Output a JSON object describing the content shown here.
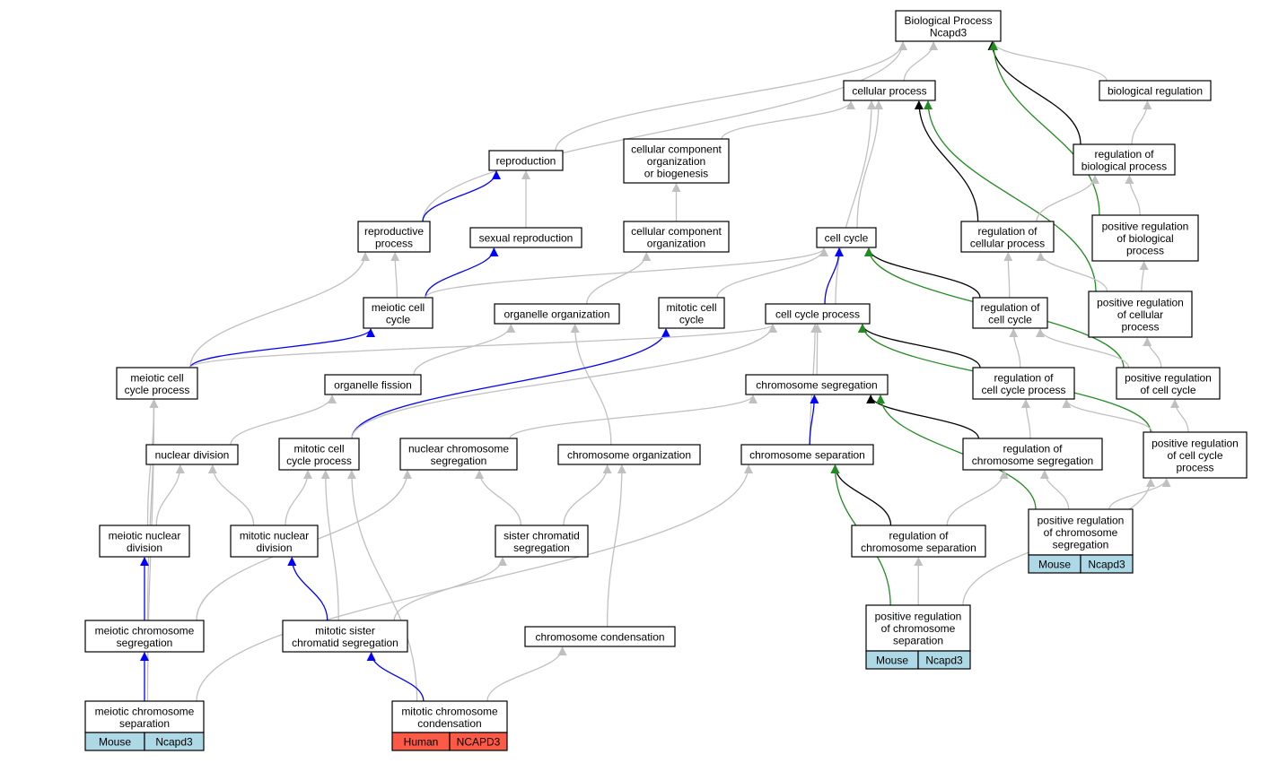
{
  "colors": {
    "gray": "#c0c0c0",
    "black": "#000000",
    "blue": "#0000ff",
    "green": "#228b22",
    "mouse_tag": "#add8e6",
    "human_tag": "#fa5a46"
  },
  "nodes": [
    {
      "id": "bp",
      "lines": [
        "Biological Process",
        "Ncapd3"
      ]
    },
    {
      "id": "cellular_process",
      "lines": [
        "cellular process"
      ]
    },
    {
      "id": "bio_reg",
      "lines": [
        "biological regulation"
      ]
    },
    {
      "id": "reproduction",
      "lines": [
        "reproduction"
      ]
    },
    {
      "id": "cc_org_bio",
      "lines": [
        "cellular component",
        "organization",
        "or biogenesis"
      ]
    },
    {
      "id": "reg_bio",
      "lines": [
        "regulation of",
        "biological process"
      ]
    },
    {
      "id": "repro_process",
      "lines": [
        "reproductive",
        "process"
      ]
    },
    {
      "id": "sexual_repro",
      "lines": [
        "sexual reproduction"
      ]
    },
    {
      "id": "cc_org",
      "lines": [
        "cellular component",
        "organization"
      ]
    },
    {
      "id": "cell_cycle",
      "lines": [
        "cell cycle"
      ]
    },
    {
      "id": "reg_cellular",
      "lines": [
        "regulation of",
        "cellular process"
      ]
    },
    {
      "id": "pos_reg_bio",
      "lines": [
        "positive regulation",
        "of biological",
        "process"
      ]
    },
    {
      "id": "meiotic_cc",
      "lines": [
        "meiotic cell",
        "cycle"
      ]
    },
    {
      "id": "organelle_org",
      "lines": [
        "organelle organization"
      ]
    },
    {
      "id": "mitotic_cc",
      "lines": [
        "mitotic cell",
        "cycle"
      ]
    },
    {
      "id": "cc_process",
      "lines": [
        "cell cycle process"
      ]
    },
    {
      "id": "reg_cc",
      "lines": [
        "regulation of",
        "cell cycle"
      ]
    },
    {
      "id": "pos_reg_cellular",
      "lines": [
        "positive regulation",
        "of cellular",
        "process"
      ]
    },
    {
      "id": "meiotic_ccp",
      "lines": [
        "meiotic cell",
        "cycle process"
      ]
    },
    {
      "id": "organelle_fission",
      "lines": [
        "organelle fission"
      ]
    },
    {
      "id": "chrom_seg",
      "lines": [
        "chromosome segregation"
      ]
    },
    {
      "id": "reg_ccp",
      "lines": [
        "regulation of",
        "cell cycle process"
      ]
    },
    {
      "id": "pos_reg_cc",
      "lines": [
        "positive regulation",
        "of cell cycle"
      ]
    },
    {
      "id": "nuclear_div",
      "lines": [
        "nuclear division"
      ]
    },
    {
      "id": "mitotic_ccp",
      "lines": [
        "mitotic cell",
        "cycle process"
      ]
    },
    {
      "id": "nuc_chrom_seg",
      "lines": [
        "nuclear chromosome",
        "segregation"
      ]
    },
    {
      "id": "chrom_org",
      "lines": [
        "chromosome organization"
      ]
    },
    {
      "id": "chrom_sep",
      "lines": [
        "chromosome separation"
      ]
    },
    {
      "id": "reg_chrom_seg",
      "lines": [
        "regulation of",
        "chromosome segregation"
      ]
    },
    {
      "id": "pos_reg_ccp",
      "lines": [
        "positive regulation",
        "of cell cycle",
        "process"
      ]
    },
    {
      "id": "meiotic_nuc_div",
      "lines": [
        "meiotic nuclear",
        "division"
      ]
    },
    {
      "id": "mitotic_nuc_div",
      "lines": [
        "mitotic nuclear",
        "division"
      ]
    },
    {
      "id": "sister_chromatid_seg",
      "lines": [
        "sister chromatid",
        "segregation"
      ]
    },
    {
      "id": "reg_chrom_sep",
      "lines": [
        "regulation of",
        "chromosome separation"
      ]
    },
    {
      "id": "pos_reg_chrom_seg",
      "lines": [
        "positive regulation",
        "of chromosome",
        "segregation"
      ],
      "tags": [
        "Mouse",
        "Ncapd3"
      ],
      "tag_kind": "mouse"
    },
    {
      "id": "meiotic_chrom_seg",
      "lines": [
        "meiotic chromosome",
        "segregation"
      ]
    },
    {
      "id": "mitotic_sister_seg",
      "lines": [
        "mitotic sister",
        "chromatid segregation"
      ]
    },
    {
      "id": "chrom_condensation",
      "lines": [
        "chromosome condensation"
      ]
    },
    {
      "id": "pos_reg_chrom_sep",
      "lines": [
        "positive regulation",
        "of chromosome",
        "separation"
      ],
      "tags": [
        "Mouse",
        "Ncapd3"
      ],
      "tag_kind": "mouse"
    },
    {
      "id": "meiotic_chrom_sep",
      "lines": [
        "meiotic chromosome",
        "separation"
      ],
      "tags": [
        "Mouse",
        "Ncapd3"
      ],
      "tag_kind": "mouse"
    },
    {
      "id": "mitotic_chrom_cond",
      "lines": [
        "mitotic chromosome",
        "condensation"
      ],
      "tags": [
        "Human",
        "NCAPD3"
      ],
      "tag_kind": "human"
    }
  ],
  "edges": [
    {
      "from": "cellular_process",
      "to": "bp",
      "color": "gray"
    },
    {
      "from": "bio_reg",
      "to": "bp",
      "color": "gray"
    },
    {
      "from": "reproduction",
      "to": "bp",
      "color": "gray"
    },
    {
      "from": "repro_process",
      "to": "bp",
      "color": "gray"
    },
    {
      "from": "reg_bio",
      "to": "bp",
      "color": "black"
    },
    {
      "from": "pos_reg_bio",
      "to": "bp",
      "color": "green"
    },
    {
      "from": "cc_org_bio",
      "to": "cellular_process",
      "color": "gray"
    },
    {
      "from": "reg_bio",
      "to": "bio_reg",
      "color": "gray"
    },
    {
      "from": "sexual_repro",
      "to": "reproduction",
      "color": "gray"
    },
    {
      "from": "repro_process",
      "to": "reproduction",
      "color": "blue"
    },
    {
      "from": "cc_org",
      "to": "cc_org_bio",
      "color": "gray"
    },
    {
      "from": "cell_cycle",
      "to": "cellular_process",
      "color": "gray"
    },
    {
      "from": "cc_process",
      "to": "cellular_process",
      "color": "gray"
    },
    {
      "from": "reg_cellular",
      "to": "cellular_process",
      "color": "black"
    },
    {
      "from": "pos_reg_cellular",
      "to": "cellular_process",
      "color": "green"
    },
    {
      "from": "reg_cellular",
      "to": "reg_bio",
      "color": "gray"
    },
    {
      "from": "pos_reg_bio",
      "to": "reg_bio",
      "color": "gray"
    },
    {
      "from": "meiotic_cc",
      "to": "repro_process",
      "color": "gray"
    },
    {
      "from": "meiotic_ccp",
      "to": "repro_process",
      "color": "gray"
    },
    {
      "from": "meiotic_cc",
      "to": "sexual_repro",
      "color": "blue"
    },
    {
      "from": "organelle_org",
      "to": "cc_org",
      "color": "gray"
    },
    {
      "from": "meiotic_cc",
      "to": "cell_cycle",
      "color": "gray"
    },
    {
      "from": "mitotic_cc",
      "to": "cell_cycle",
      "color": "gray"
    },
    {
      "from": "cc_process",
      "to": "cell_cycle",
      "color": "blue"
    },
    {
      "from": "reg_cc",
      "to": "cell_cycle",
      "color": "black"
    },
    {
      "from": "pos_reg_cc",
      "to": "cell_cycle",
      "color": "green"
    },
    {
      "from": "reg_cc",
      "to": "reg_cellular",
      "color": "gray"
    },
    {
      "from": "pos_reg_cellular",
      "to": "reg_cellular",
      "color": "gray"
    },
    {
      "from": "pos_reg_cellular",
      "to": "pos_reg_bio",
      "color": "gray"
    },
    {
      "from": "meiotic_ccp",
      "to": "meiotic_cc",
      "color": "blue"
    },
    {
      "from": "organelle_fission",
      "to": "organelle_org",
      "color": "gray"
    },
    {
      "from": "chrom_org",
      "to": "organelle_org",
      "color": "gray"
    },
    {
      "from": "mitotic_ccp",
      "to": "mitotic_cc",
      "color": "blue"
    },
    {
      "from": "meiotic_ccp",
      "to": "cc_process",
      "color": "gray"
    },
    {
      "from": "mitotic_ccp",
      "to": "cc_process",
      "color": "gray"
    },
    {
      "from": "chrom_seg",
      "to": "cc_process",
      "color": "gray"
    },
    {
      "from": "chrom_sep",
      "to": "cc_process",
      "color": "gray"
    },
    {
      "from": "reg_ccp",
      "to": "cc_process",
      "color": "black"
    },
    {
      "from": "pos_reg_ccp",
      "to": "cc_process",
      "color": "green"
    },
    {
      "from": "reg_ccp",
      "to": "reg_cc",
      "color": "gray"
    },
    {
      "from": "pos_reg_cc",
      "to": "reg_cc",
      "color": "gray"
    },
    {
      "from": "pos_reg_cc",
      "to": "pos_reg_cellular",
      "color": "gray"
    },
    {
      "from": "meiotic_nuc_div",
      "to": "meiotic_ccp",
      "color": "gray"
    },
    {
      "from": "meiotic_chrom_seg",
      "to": "meiotic_ccp",
      "color": "gray"
    },
    {
      "from": "meiotic_chrom_sep",
      "to": "meiotic_ccp",
      "color": "gray"
    },
    {
      "from": "nuclear_div",
      "to": "organelle_fission",
      "color": "gray"
    },
    {
      "from": "nuc_chrom_seg",
      "to": "chrom_seg",
      "color": "gray"
    },
    {
      "from": "chrom_sep",
      "to": "chrom_seg",
      "color": "blue"
    },
    {
      "from": "reg_chrom_seg",
      "to": "chrom_seg",
      "color": "black"
    },
    {
      "from": "pos_reg_chrom_seg",
      "to": "chrom_seg",
      "color": "green"
    },
    {
      "from": "reg_chrom_seg",
      "to": "reg_ccp",
      "color": "gray"
    },
    {
      "from": "pos_reg_ccp",
      "to": "reg_ccp",
      "color": "gray"
    },
    {
      "from": "pos_reg_ccp",
      "to": "pos_reg_cc",
      "color": "gray"
    },
    {
      "from": "meiotic_nuc_div",
      "to": "nuclear_div",
      "color": "gray"
    },
    {
      "from": "mitotic_nuc_div",
      "to": "nuclear_div",
      "color": "gray"
    },
    {
      "from": "mitotic_nuc_div",
      "to": "mitotic_ccp",
      "color": "gray"
    },
    {
      "from": "mitotic_sister_seg",
      "to": "mitotic_ccp",
      "color": "gray"
    },
    {
      "from": "mitotic_chrom_cond",
      "to": "mitotic_ccp",
      "color": "gray"
    },
    {
      "from": "meiotic_chrom_seg",
      "to": "nuc_chrom_seg",
      "color": "gray"
    },
    {
      "from": "sister_chromatid_seg",
      "to": "nuc_chrom_seg",
      "color": "gray"
    },
    {
      "from": "sister_chromatid_seg",
      "to": "chrom_org",
      "color": "gray"
    },
    {
      "from": "chrom_condensation",
      "to": "chrom_org",
      "color": "gray"
    },
    {
      "from": "meiotic_chrom_sep",
      "to": "chrom_sep",
      "color": "gray"
    },
    {
      "from": "reg_chrom_sep",
      "to": "chrom_sep",
      "color": "black"
    },
    {
      "from": "pos_reg_chrom_sep",
      "to": "chrom_sep",
      "color": "green"
    },
    {
      "from": "reg_chrom_sep",
      "to": "reg_chrom_seg",
      "color": "gray"
    },
    {
      "from": "pos_reg_chrom_seg",
      "to": "reg_chrom_seg",
      "color": "gray"
    },
    {
      "from": "pos_reg_chrom_seg",
      "to": "pos_reg_ccp",
      "color": "gray"
    },
    {
      "from": "pos_reg_chrom_sep",
      "to": "pos_reg_ccp",
      "color": "gray"
    },
    {
      "from": "meiotic_chrom_seg",
      "to": "meiotic_nuc_div",
      "color": "blue"
    },
    {
      "from": "mitotic_sister_seg",
      "to": "mitotic_nuc_div",
      "color": "blue"
    },
    {
      "from": "mitotic_sister_seg",
      "to": "sister_chromatid_seg",
      "color": "gray"
    },
    {
      "from": "pos_reg_chrom_sep",
      "to": "reg_chrom_sep",
      "color": "gray"
    },
    {
      "from": "meiotic_chrom_sep",
      "to": "meiotic_chrom_seg",
      "color": "blue"
    },
    {
      "from": "mitotic_chrom_cond",
      "to": "mitotic_sister_seg",
      "color": "blue"
    },
    {
      "from": "mitotic_chrom_cond",
      "to": "chrom_condensation",
      "color": "gray"
    }
  ]
}
